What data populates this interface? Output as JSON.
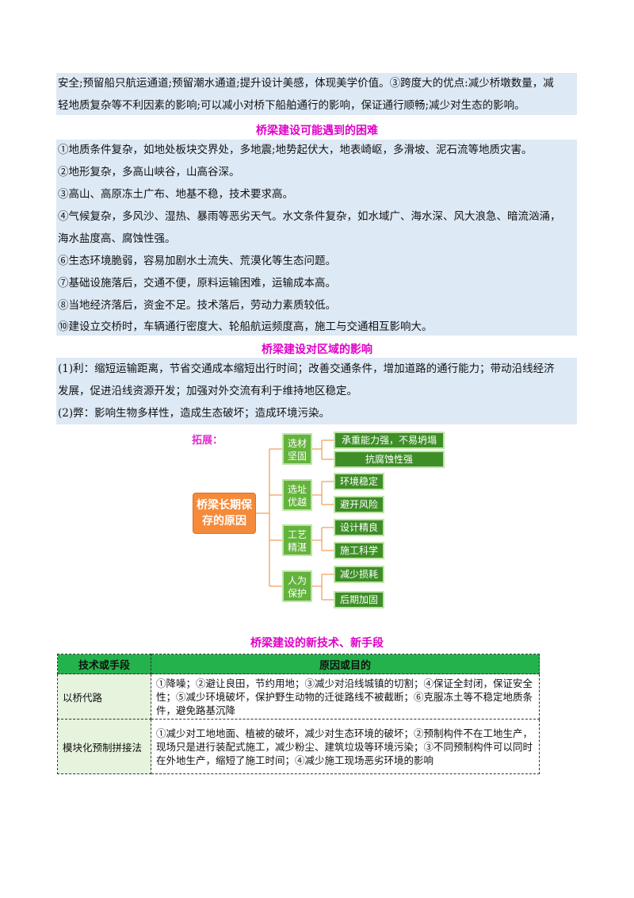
{
  "section1": {
    "lines": [
      "安全;预留船只航运通道;预留潮水通道;提升设计美感，体现美学价值。③跨度大的优点:减少桥墩数量，减",
      "轻地质复杂等不利因素的影响;可以减小对桥下船舶通行的影响，保证通行顺畅;减少对生态的影响。"
    ]
  },
  "section2": {
    "heading": "桥梁建设可能遇到的困难",
    "lines": [
      "①地质条件复杂，如地处板块交界处，多地震;地势起伏大，地表崎岖，多滑坡、泥石流等地质灾害。",
      "②地形复杂，多高山峡谷，山高谷深。",
      "③高山、高原冻土广布、地基不稳，技术要求高。",
      "④气候复杂，多风沙、湿热、暴雨等恶劣天气。水文条件复杂，如水域广、海水深、风大浪急、暗流汹涌，",
      "海水盐度高、腐蚀性强。",
      "⑥生态环境脆弱，容易加剧水土流失、荒漠化等生态问题。",
      "⑦基础设施落后，交通不便，原料运输困难，运输成本高。",
      "⑧当地经济落后，资金不足。技术落后，劳动力素质较低。",
      "⑩建设立交桥时，车辆通行密度大、轮船航运频度高，施工与交通相互影响大。"
    ]
  },
  "section3": {
    "heading": "桥梁建设对区域的影响",
    "lines": [
      "(1)利：缩短运输距离，节省交通成本缩短出行时间；改善交通条件，增加道路的通行能力；带动沿线经济",
      "发展，促进沿线资源开发；加强对外交流有利于维持地区稳定。",
      "(2)弊：影响生物多样性，造成生态破坏；造成环境污染。"
    ]
  },
  "diagram": {
    "label": "拓展：",
    "root": "桥梁长期保存的原因",
    "root_lines": [
      "桥梁长期保",
      "存的原因"
    ],
    "groups": [
      {
        "name_lines": [
          "选材",
          "坚固"
        ],
        "leaves": [
          "承重能力强，不易坍塌",
          "抗腐蚀性强"
        ]
      },
      {
        "name_lines": [
          "选址",
          "优越"
        ],
        "leaves": [
          "环境稳定",
          "避开风险"
        ]
      },
      {
        "name_lines": [
          "工艺",
          "精湛"
        ],
        "leaves": [
          "设计精良",
          "施工科学"
        ]
      },
      {
        "name_lines": [
          "人为",
          "保护"
        ],
        "leaves": [
          "减少损耗",
          "后期加固"
        ]
      }
    ]
  },
  "table": {
    "title": "桥梁建设的新技术、新手段",
    "headers": [
      "技术或手段",
      "原因或目的"
    ],
    "rows": [
      {
        "tech": "以桥代路",
        "reason": "①降噪；②避让良田，节约用地；③减少对沿线城镇的切割；④保证全封闭，保证安全性；⑤减少环境破坏，保护野生动物的迁徙路线不被截断；⑥克服冻土等不稳定地质条件，避免路基沉降"
      },
      {
        "tech": "模块化预制拼接法",
        "reason": "①减少对工地地面、植被的破坏，减少对生态环境的破坏；②预制构件不在工地生产，现场只是进行装配式施工，减少粉尘、建筑垃圾等环境污染；③不同预制构件可以同时在外地生产，缩短了施工时间；④减少施工现场恶劣环境的影响"
      }
    ]
  },
  "colors": {
    "band": "#dde9f5",
    "heading": "#e000c8",
    "root": "#f58a3a",
    "mid": "#63b33c",
    "leaf": "#3e8e28",
    "table_header": "#24b24c",
    "table_first_col": "#e6f3dd"
  }
}
